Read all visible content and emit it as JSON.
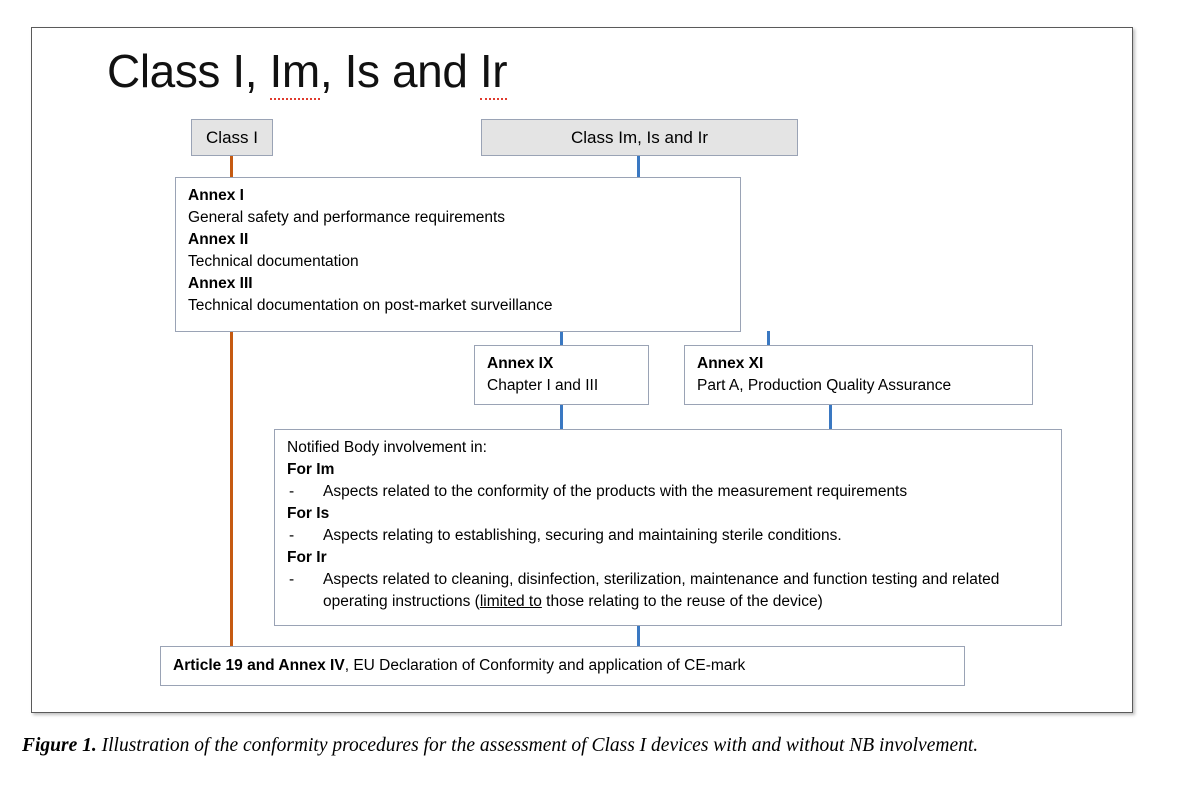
{
  "figure": {
    "title": "Class I, Im, Is and Ir",
    "caption_label": "Figure 1.",
    "caption_text": " Illustration of the conformity procedures for the assessment of Class I devices with and without NB involvement."
  },
  "colors": {
    "connector_orange": "#C55A11",
    "connector_blue": "#3A78C2",
    "box_border": "#9AA3B5",
    "box_fill_grey": "#E4E4E4",
    "frame_border": "#5A5A5A",
    "spellcheck_underline": "#E03B2E"
  },
  "nodes": {
    "class_i": {
      "label": "Class I"
    },
    "class_im_is_ir": {
      "label": "Class Im, Is and Ir"
    },
    "annex_i": {
      "lines": [
        {
          "text": "Annex I",
          "bold": true
        },
        {
          "text": "General safety and performance requirements",
          "bold": false
        },
        {
          "text": "Annex II",
          "bold": true
        },
        {
          "text": "Technical documentation",
          "bold": false
        },
        {
          "text": "Annex III",
          "bold": true
        },
        {
          "text": "Technical documentation on post-market surveillance",
          "bold": false
        }
      ]
    },
    "annex_ix": {
      "title": "Annex IX",
      "subtitle": "Chapter I and III"
    },
    "annex_xi": {
      "title": "Annex XI",
      "subtitle": "Part A, Production Quality Assurance"
    },
    "notified_body": {
      "heading": "Notified Body involvement in:",
      "groups": [
        {
          "label": "For Im",
          "dash": "-",
          "item": "Aspects related to the conformity of the products with the measurement requirements"
        },
        {
          "label": "For Is",
          "dash": "-",
          "item": "Aspects relating to establishing, securing and maintaining sterile conditions."
        },
        {
          "label": "For Ir",
          "dash": "-",
          "item_part1": "Aspects related to cleaning, disinfection, sterilization, maintenance and function testing and related operating instructions (",
          "item_underlined": "limited to",
          "item_part2": " those relating to the reuse of the device)"
        }
      ]
    },
    "article": {
      "bold_part": "Article 19 and Annex IV",
      "rest_part": ", EU Declaration of Conformity and application of CE-mark"
    }
  }
}
